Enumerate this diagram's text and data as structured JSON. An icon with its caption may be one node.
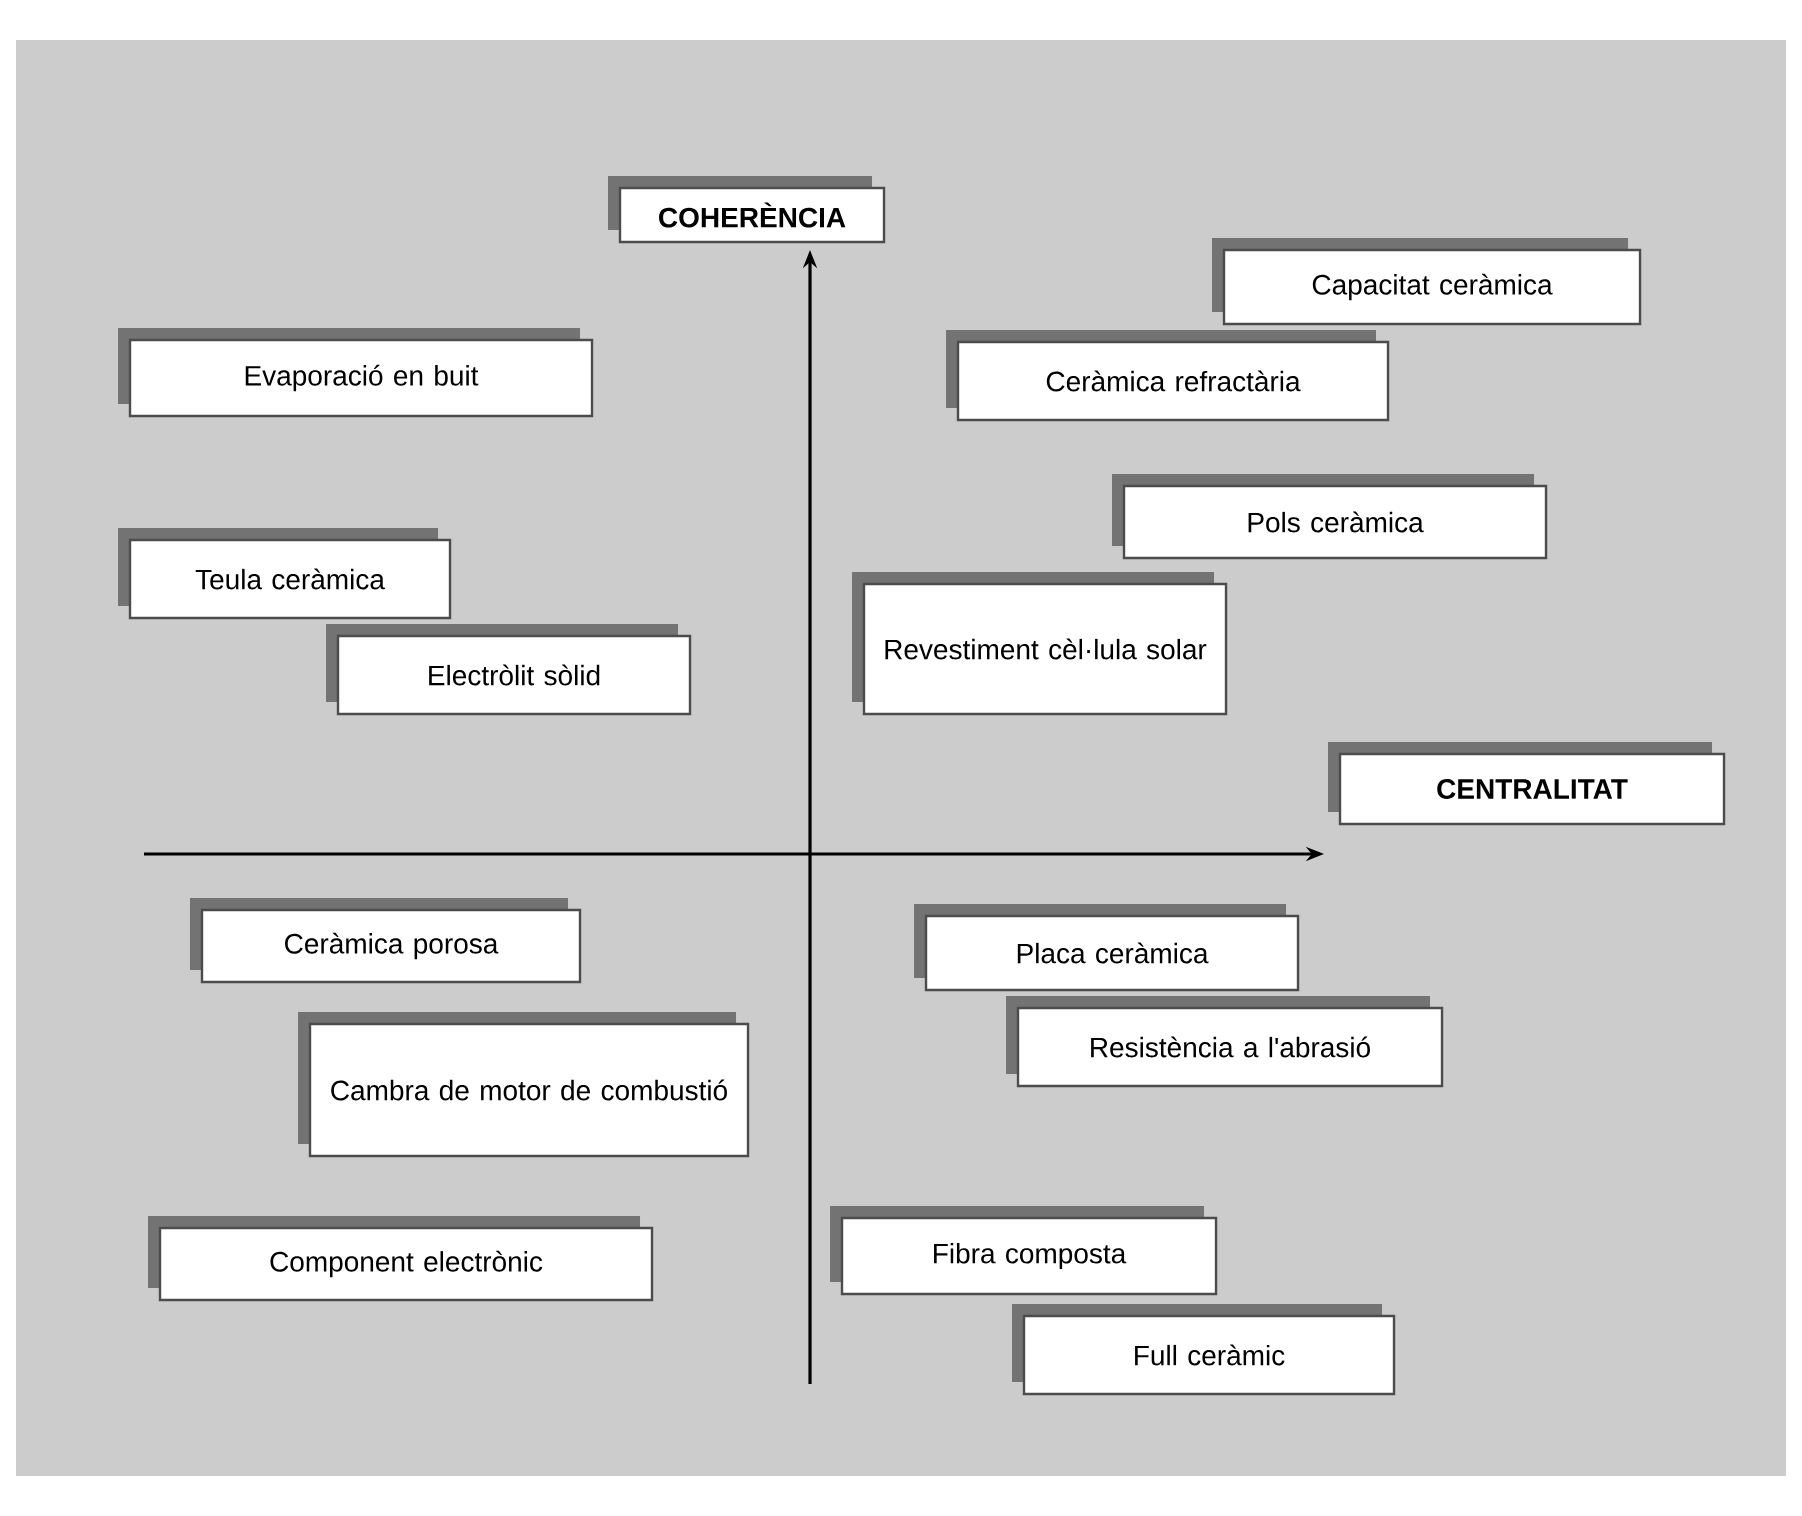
{
  "diagram": {
    "nodes": [
      {
        "text": [
          "COHERÈNCIA"
        ]
      },
      {
        "text": [
          "Capacitat ceràmica"
        ]
      },
      {
        "text": [
          "Evaporació en buit"
        ]
      },
      {
        "text": [
          "Ceràmica refractària"
        ]
      },
      {
        "text": [
          "Pols ceràmica"
        ]
      },
      {
        "text": [
          "Teula ceràmica"
        ]
      },
      {
        "text": [
          "Revestiment cèl·lula solar"
        ]
      },
      {
        "text": [
          "Electròlit sòlid"
        ]
      },
      {
        "text": [
          "CENTRALITAT"
        ]
      },
      {
        "text": [
          "Ceràmica porosa"
        ]
      },
      {
        "text": [
          "Placa ceràmica"
        ]
      },
      {
        "text": [
          "Resistència a l'abrasió"
        ]
      },
      {
        "text": [
          "Cambra de motor de combustió"
        ]
      },
      {
        "text": [
          "Component electrònic"
        ]
      },
      {
        "text": [
          "Fibra composta"
        ]
      },
      {
        "text": [
          "Full ceràmic"
        ]
      }
    ]
  }
}
